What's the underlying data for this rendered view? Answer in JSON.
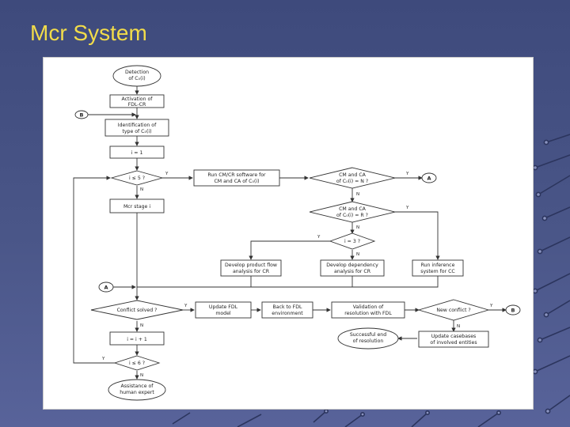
{
  "slide": {
    "title": "Mcr System"
  },
  "flowchart": {
    "nodes": {
      "detection": [
        "Detection",
        "of C₀(i)"
      ],
      "activation": [
        "Activation of",
        "FDL-CR"
      ],
      "identification": [
        "Identification of",
        "type of C₀(i)"
      ],
      "init_i": [
        "i = 1"
      ],
      "decision_i_leq_5": [
        "i ≤ 5 ?"
      ],
      "run_cmcr": [
        "Run CM/CR software for",
        "CM and CA of C₀(i)"
      ],
      "decision_cm_ca_nc": [
        "CM and CA",
        "of C₀(i) = N ?"
      ],
      "decision_cm_ca_nr": [
        "CM and CA",
        "of C₀(i) = R ?"
      ],
      "mcr_stage": [
        "Mcr stage i"
      ],
      "decision_i_eq_3": [
        "i = 3 ?"
      ],
      "develop_product_flow": [
        "Develop product flow",
        "analysis for CR"
      ],
      "develop_dependency": [
        "Develop dependency",
        "analysis for CR"
      ],
      "run_inference": [
        "Run inference",
        "system for CC"
      ],
      "decision_conflict_solved": [
        "Conflict solved ?"
      ],
      "update_fdl": [
        "Update FDL",
        "model"
      ],
      "back_to_fdl": [
        "Back to FDL",
        "environment"
      ],
      "validation": [
        "Validation of",
        "resolution with FDL"
      ],
      "decision_new_conflict": [
        "New conflict ?"
      ],
      "update_casebases": [
        "Update casebases",
        "of involved entities"
      ],
      "successful_end": [
        "Successful end",
        "of resolution"
      ],
      "increment_i": [
        "i = i + 1"
      ],
      "decision_i_leq_6": [
        "i ≤ 6 ?"
      ],
      "human_expert": [
        "Assistance of",
        "human expert"
      ]
    },
    "connectors": {
      "A": "A",
      "B": "B"
    },
    "edge_labels": {
      "yes": "Y",
      "no": "N"
    }
  }
}
